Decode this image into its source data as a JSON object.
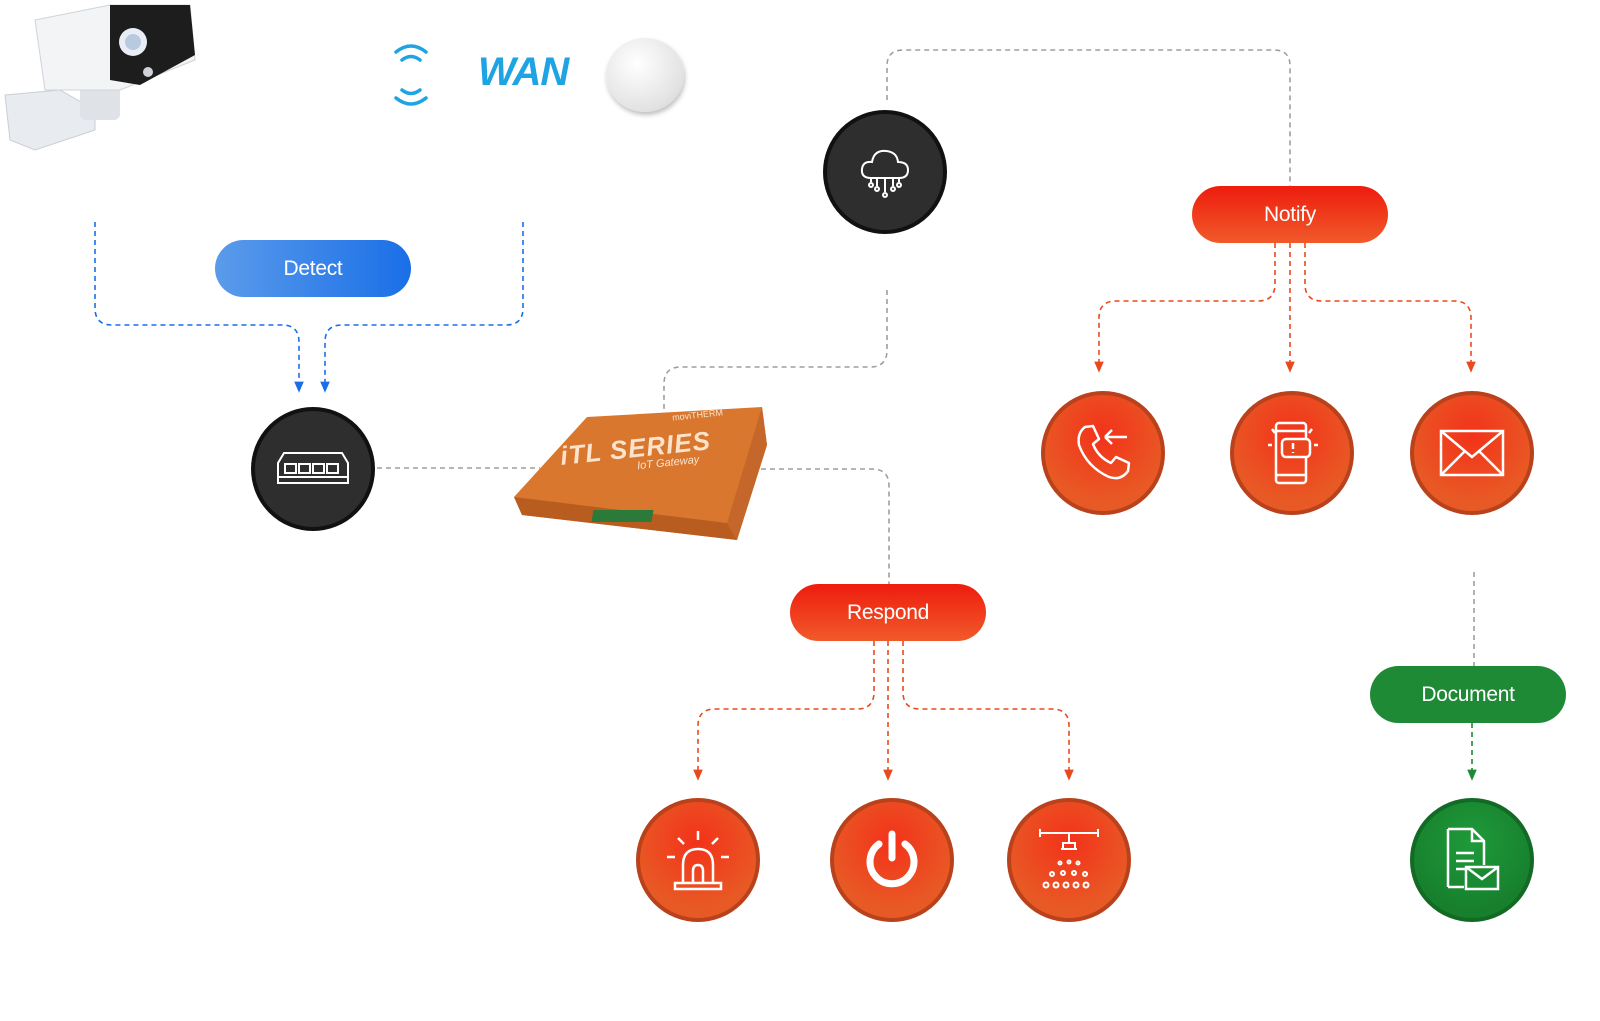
{
  "logos": {
    "wan_text": "WAN",
    "gateway_series": "iTL SERIES",
    "gateway_subtitle": "IoT Gateway",
    "gateway_brand": "moviTHERM"
  },
  "stages": {
    "detect": "Detect",
    "notify": "Notify",
    "respond": "Respond",
    "document": "Document"
  },
  "colors": {
    "detect": "#1a6fe8",
    "notify": "#ee1c0e",
    "respond": "#ee1c0e",
    "document": "#1f8a35",
    "connector": "#9e9e9e",
    "hub": "#2e2e2e"
  },
  "icons": [
    "security-camera",
    "lorawan-signal",
    "smoke-detector",
    "cloud-network",
    "network-switch",
    "iot-gateway",
    "phone-call",
    "mobile-alert",
    "email",
    "siren",
    "power",
    "sprinkler",
    "document-check"
  ]
}
